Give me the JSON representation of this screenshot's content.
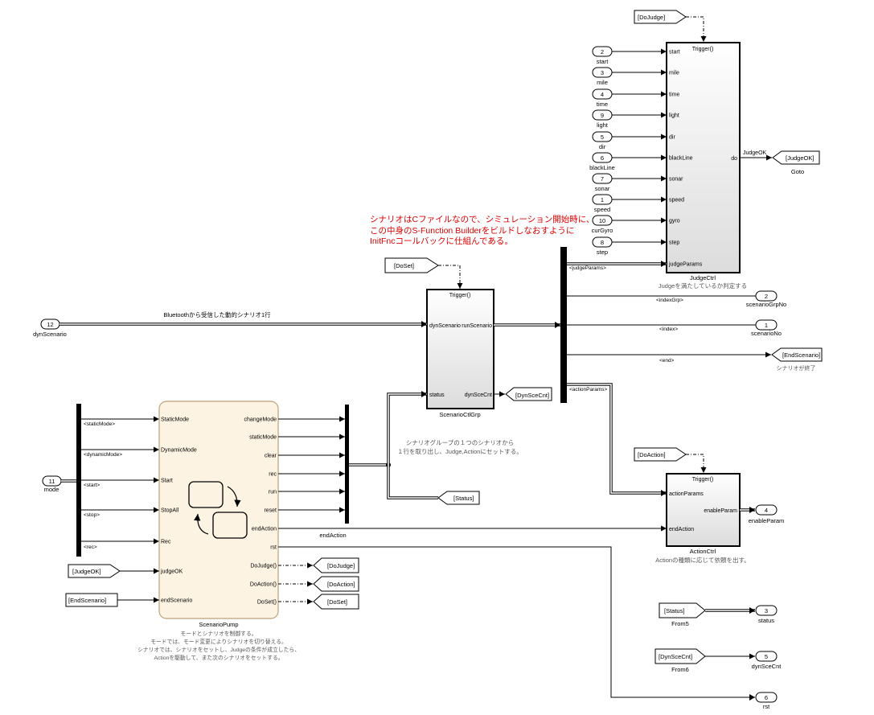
{
  "colors": {
    "line": "#000000",
    "annotation": "#dd0000",
    "caption": "#555555",
    "chart_fill": "#fdf3e3",
    "chart_stroke": "#b8a27a",
    "block_top": "#ffffff",
    "block_bottom": "#e0e0e0"
  },
  "annotation": {
    "line1": "シナリオはCファイルなので、シミュレーション開始時に、",
    "line2": "この中身のS-Function Builderをビルドしなおすように",
    "line3": "InitFncコールバックに仕組んである。"
  },
  "judge_ctrl": {
    "trigger": "Trigger()",
    "ports": [
      "start",
      "mile",
      "time",
      "light",
      "dir",
      "blackLine",
      "sonar",
      "speed",
      "gyro",
      "step",
      "judgeParams"
    ],
    "out_port": "do",
    "name": "JudgeCtrl",
    "desc": "Judgeを満たしているか判定する"
  },
  "inports": [
    {
      "num": "2",
      "name": "start"
    },
    {
      "num": "3",
      "name": "mile"
    },
    {
      "num": "4",
      "name": "time"
    },
    {
      "num": "9",
      "name": "light"
    },
    {
      "num": "5",
      "name": "dir"
    },
    {
      "num": "6",
      "name": "blackLine"
    },
    {
      "num": "7",
      "name": "sonar"
    },
    {
      "num": "1",
      "name": "speed"
    },
    {
      "num": "10",
      "name": "curGyro"
    },
    {
      "num": "8",
      "name": "step"
    }
  ],
  "dyn_in": {
    "num": "12",
    "name": "dynScenario",
    "note": "Bluetoothから受信した動的シナリオ1行"
  },
  "mode_in": {
    "num": "11",
    "name": "mode"
  },
  "scenario_ctl": {
    "trigger": "Trigger()",
    "in_port": "dynScenario",
    "out_port": "runScenario",
    "status_port": "status",
    "out2_port": "dynSceCnt",
    "name": "ScenarioCtlGrp",
    "desc1": "シナリオグループの１つのシナリオから",
    "desc2": "１行を取り出し、Judge,Actionにセットする。"
  },
  "action_ctrl": {
    "trigger": "Trigger()",
    "in1": "actionParams",
    "in2": "endAction",
    "out": "enableParam",
    "name": "ActionCtrl",
    "desc": "Actionの種類に応じて依頼を出す。"
  },
  "pump": {
    "in_ports": [
      "StaticMode",
      "DynamicMode",
      "Start",
      "StopAll",
      "Rec",
      "judgeOK",
      "endScenario"
    ],
    "out_ports": [
      "changeMode",
      "staticMode",
      "clear",
      "rec",
      "run",
      "reset",
      "endAction",
      "rst",
      "DoJudge()",
      "DoAction()",
      "DoSet()"
    ],
    "name": "ScenarioPump",
    "desc": [
      "モードとシナリオを制御する。",
      "モードでは、モード変更によりシナリオを切り替える。",
      "シナリオでは、シナリオをセットし、Judgeの条件が成立したら、",
      "Actionを駆動して、また次のシナリオをセットする。"
    ]
  },
  "signals": {
    "staticMode": "<staticMode>",
    "dynamicMode": "<dynamicMode>",
    "start": "<start>",
    "stop": "<stop>",
    "rec": "<rec>",
    "judgeParams": "<judgeParams>",
    "indexGrp": "<indexGrp>",
    "index": "<index>",
    "end": "<end>",
    "actionParams": "<actionParams>",
    "judgeOK": "JudgeOK",
    "endAction": "endAction"
  },
  "froms": {
    "doJudge": "[DoJudge]",
    "doSet": "[DoSet]",
    "doAction": "[DoAction]",
    "judgeOK": "[JudgeOK]",
    "endScenario": "[EndScenario]",
    "status": "[Status]",
    "dynSceCnt": "[DynSceCnt]",
    "from5": "From5",
    "from6": "From6"
  },
  "gotos": {
    "judgeOK": "[JudgeOK]",
    "goto_label": "Goto",
    "endScenario": "[EndScenario]",
    "endScenario_desc": "シナリオが終了",
    "dynSceCnt": "[DynSceCnt]",
    "status": "[Status]",
    "doJudge": "[DoJudge]",
    "doAction": "[DoAction]",
    "doSet": "[DoSet]"
  },
  "outports": [
    {
      "num": "2",
      "name": "scenarioGrpNo"
    },
    {
      "num": "1",
      "name": "scenarioNo"
    },
    {
      "num": "4",
      "name": "enableParam"
    },
    {
      "num": "3",
      "name": "status"
    },
    {
      "num": "5",
      "name": "dynSceCnt"
    },
    {
      "num": "6",
      "name": "rst"
    }
  ]
}
